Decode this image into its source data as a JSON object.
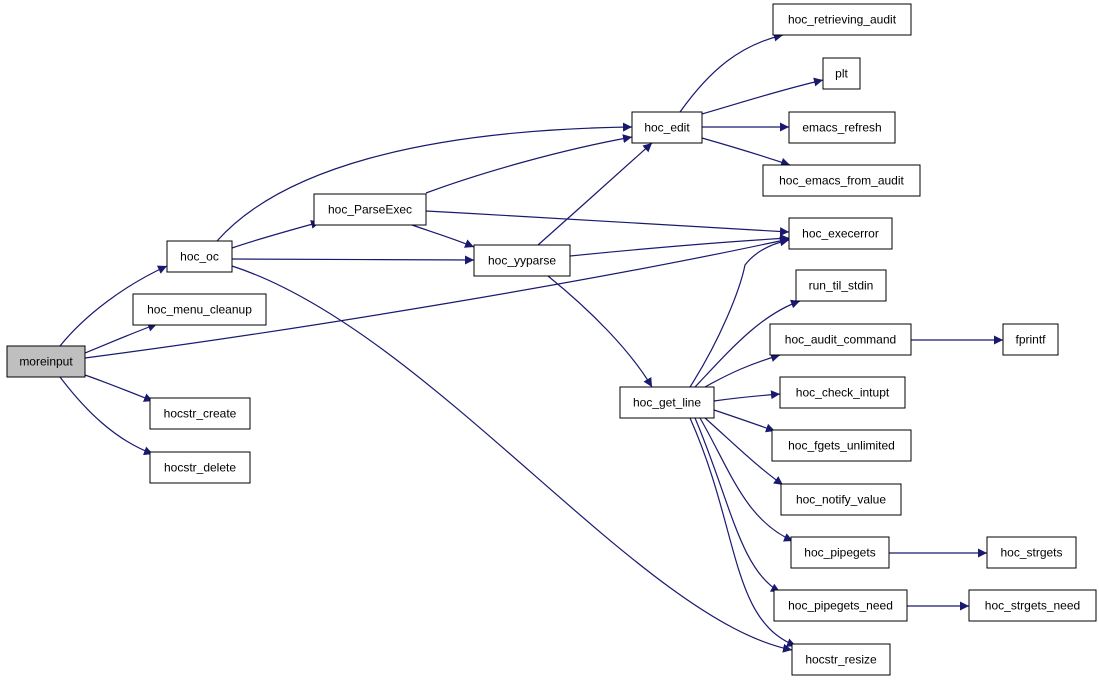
{
  "graph": {
    "nodes": [
      {
        "id": "moreinput",
        "label": "moreinput",
        "root": true
      },
      {
        "id": "hoc_oc",
        "label": "hoc_oc"
      },
      {
        "id": "hoc_menu_cleanup",
        "label": "hoc_menu_cleanup"
      },
      {
        "id": "hocstr_create",
        "label": "hocstr_create"
      },
      {
        "id": "hocstr_delete",
        "label": "hocstr_delete"
      },
      {
        "id": "hoc_ParseExec",
        "label": "hoc_ParseExec"
      },
      {
        "id": "hoc_yyparse",
        "label": "hoc_yyparse"
      },
      {
        "id": "hoc_edit",
        "label": "hoc_edit"
      },
      {
        "id": "hoc_get_line",
        "label": "hoc_get_line"
      },
      {
        "id": "hoc_retrieving_audit",
        "label": "hoc_retrieving_audit"
      },
      {
        "id": "plt",
        "label": "plt"
      },
      {
        "id": "emacs_refresh",
        "label": "emacs_refresh"
      },
      {
        "id": "hoc_emacs_from_audit",
        "label": "hoc_emacs_from_audit"
      },
      {
        "id": "hoc_execerror",
        "label": "hoc_execerror"
      },
      {
        "id": "run_til_stdin",
        "label": "run_til_stdin"
      },
      {
        "id": "hoc_audit_command",
        "label": "hoc_audit_command"
      },
      {
        "id": "fprintf",
        "label": "fprintf"
      },
      {
        "id": "hoc_check_intupt",
        "label": "hoc_check_intupt"
      },
      {
        "id": "hoc_fgets_unlimited",
        "label": "hoc_fgets_unlimited"
      },
      {
        "id": "hoc_notify_value",
        "label": "hoc_notify_value"
      },
      {
        "id": "hoc_pipegets",
        "label": "hoc_pipegets"
      },
      {
        "id": "hoc_strgets",
        "label": "hoc_strgets"
      },
      {
        "id": "hoc_pipegets_need",
        "label": "hoc_pipegets_need"
      },
      {
        "id": "hoc_strgets_need",
        "label": "hoc_strgets_need"
      },
      {
        "id": "hocstr_resize",
        "label": "hocstr_resize"
      }
    ],
    "edges": [
      {
        "from": "moreinput",
        "to": "hoc_oc"
      },
      {
        "from": "moreinput",
        "to": "hoc_menu_cleanup"
      },
      {
        "from": "moreinput",
        "to": "hoc_execerror"
      },
      {
        "from": "moreinput",
        "to": "hocstr_create"
      },
      {
        "from": "moreinput",
        "to": "hocstr_delete"
      },
      {
        "from": "hoc_oc",
        "to": "hoc_edit"
      },
      {
        "from": "hoc_oc",
        "to": "hoc_ParseExec"
      },
      {
        "from": "hoc_oc",
        "to": "hoc_yyparse"
      },
      {
        "from": "hoc_oc",
        "to": "hocstr_resize"
      },
      {
        "from": "hoc_ParseExec",
        "to": "hoc_edit"
      },
      {
        "from": "hoc_ParseExec",
        "to": "hoc_execerror"
      },
      {
        "from": "hoc_ParseExec",
        "to": "hoc_yyparse"
      },
      {
        "from": "hoc_yyparse",
        "to": "hoc_edit"
      },
      {
        "from": "hoc_yyparse",
        "to": "hoc_execerror"
      },
      {
        "from": "hoc_yyparse",
        "to": "hoc_get_line"
      },
      {
        "from": "hoc_edit",
        "to": "hoc_retrieving_audit"
      },
      {
        "from": "hoc_edit",
        "to": "plt"
      },
      {
        "from": "hoc_edit",
        "to": "emacs_refresh"
      },
      {
        "from": "hoc_edit",
        "to": "hoc_emacs_from_audit"
      },
      {
        "from": "hoc_get_line",
        "to": "hoc_execerror"
      },
      {
        "from": "hoc_get_line",
        "to": "run_til_stdin"
      },
      {
        "from": "hoc_get_line",
        "to": "hoc_audit_command"
      },
      {
        "from": "hoc_get_line",
        "to": "hoc_check_intupt"
      },
      {
        "from": "hoc_get_line",
        "to": "hoc_fgets_unlimited"
      },
      {
        "from": "hoc_get_line",
        "to": "hoc_notify_value"
      },
      {
        "from": "hoc_get_line",
        "to": "hoc_pipegets"
      },
      {
        "from": "hoc_get_line",
        "to": "hoc_pipegets_need"
      },
      {
        "from": "hoc_get_line",
        "to": "hocstr_resize"
      },
      {
        "from": "hoc_audit_command",
        "to": "fprintf"
      },
      {
        "from": "hoc_pipegets",
        "to": "hoc_strgets"
      },
      {
        "from": "hoc_pipegets_need",
        "to": "hoc_strgets_need"
      }
    ]
  },
  "colors": {
    "edge": "#191970",
    "root_fill": "#bfbfbf",
    "node_fill": "#ffffff",
    "node_border": "#000000"
  }
}
